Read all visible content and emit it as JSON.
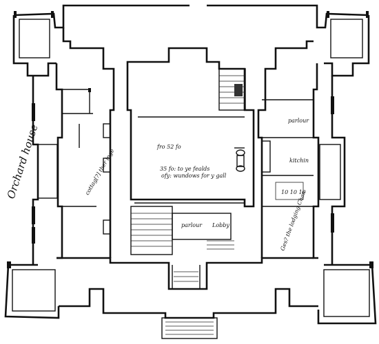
{
  "plan": {
    "labels": {
      "side": "Orchard house",
      "center_1": "fro 52 fo",
      "center_2": "35 fo: to ye fealds",
      "center_3": "ofy: wundows for y gall",
      "left_room": "cottag[?] ther inge",
      "right_room_1": "parlour",
      "right_room_2": "kitchin",
      "right_room_3": "Ges? the lodging Chan",
      "bottom_1": "parlour",
      "bottom_2": "Lobby",
      "stair_mark": "10 10 10"
    }
  }
}
